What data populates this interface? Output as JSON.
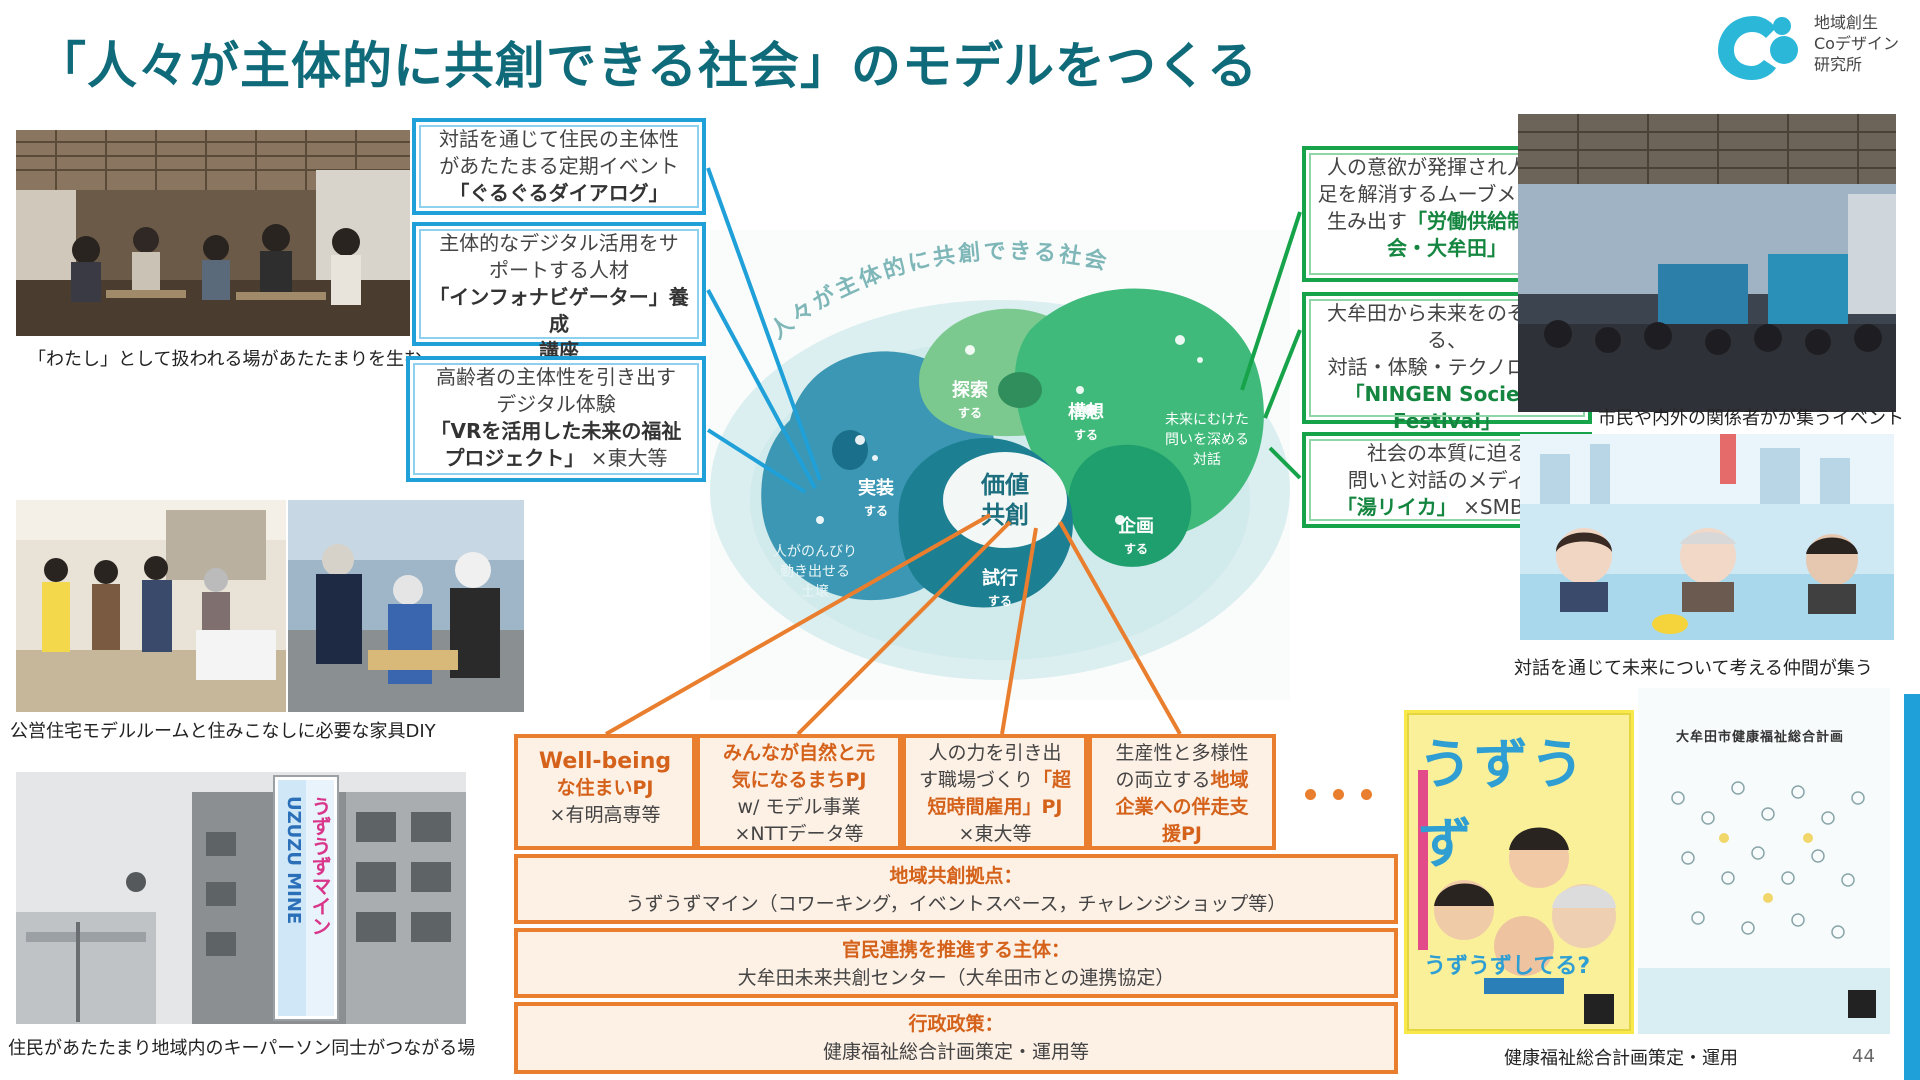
{
  "title": "「人々が主体的に共創できる社会」のモデルをつくる",
  "logo": {
    "line1": "地域創生",
    "line2": "Coデザイン",
    "line3": "研究所"
  },
  "captions": {
    "photo1": "「わたし」として扱われる場があたたまりを生む",
    "photo2": "公営住宅モデルルームと住みこなしに必要な家具DIY",
    "photo3": "住民があたたまり地域内のキーパーソン同士がつながる場",
    "photo4": "市民や内外の関係者がが集うイベント",
    "photo5": "対話を通じて未来について考える仲間が集う",
    "photo6": "健康福祉総合計画策定・運用"
  },
  "banner_sign": {
    "jp": "うずうずマイン",
    "en": "UZUZU MINE"
  },
  "booklet1": {
    "title": "うずうず",
    "bottom": "うずうずしてる?"
  },
  "booklet2": {
    "title": "大牟田市健康福祉総合計画"
  },
  "blue_boxes": [
    {
      "line1": "対話を通じて住民の主体性",
      "line2": "があたたまる定期イベント",
      "bold": "「ぐるぐるダイアログ」",
      "extra": ""
    },
    {
      "line1": "主体的なデジタル活用をサ",
      "line2": "ポートする人材",
      "bold": "「インフォナビゲーター」養成",
      "extra": "講座"
    },
    {
      "line1": "高齢者の主体性を引き出す",
      "line2": "デジタル体験",
      "bold": "「VRを活用した未来の福祉",
      "extra": "プロジェクト」",
      "suffix": "×東大等"
    }
  ],
  "green_boxes": [
    {
      "line1": "人の意欲が発揮され人手不",
      "line2": "足を解消するムーブメントを",
      "line3a": "生み出す",
      "bold": "「労働供給制約社",
      "bold2": "会・大牟田」"
    },
    {
      "line1": "大牟田から未来をのぞき見る、",
      "line2": "対話・体験・テクノロジー",
      "bold": "「NINGEN Societal",
      "bold2": "Festival」"
    },
    {
      "line1": "社会の本質に迫る",
      "line2": "問いと対話のメディア",
      "bold": "「湯リイカ」",
      "suffix": "×SMBC等"
    }
  ],
  "diagram": {
    "arc_text": "人々が主体的に共創できる社会",
    "center": [
      "価値",
      "共創"
    ],
    "tanaku": [
      "探索",
      "する"
    ],
    "kousou": [
      "構想",
      "する"
    ],
    "jissou": [
      "実装",
      "する"
    ],
    "kikaku": [
      "企画",
      "する"
    ],
    "shikou": [
      "試行",
      "する"
    ],
    "left_text": [
      "人がのんびり",
      "動き出せる",
      "土壌"
    ],
    "right_text": [
      "未来にむけた",
      "問いを深める",
      "対話"
    ]
  },
  "projects": [
    {
      "bold1": "Well-being",
      "bold2": "な住まいPJ",
      "normal": "×有明高専等"
    },
    {
      "bold1": "みんなが自然と元",
      "bold2": "気になるまちPJ",
      "normal1": "w/ モデル事業",
      "normal2": "×NTTデータ等"
    },
    {
      "normal1": "人の力を引き出",
      "mixed_a": "す職場づくり",
      "bold1": "「超",
      "bold2": "短時間雇用」PJ",
      "normal2": "×東大等"
    },
    {
      "normal1": "生産性と多様性",
      "mixed_a": "の両立する",
      "bold1": "地域",
      "bold2": "企業への伴走支",
      "bold3": "援PJ"
    }
  ],
  "ellipsis": "・・・",
  "rows": [
    {
      "title": "地域共創拠点：",
      "text": "うずうずマイン（コワーキング，イベントスペース，チャレンジショップ等）"
    },
    {
      "title": "官民連携を推進する主体：",
      "text": "大牟田未来共創センター（大牟田市との連携協定）"
    },
    {
      "title": "行政政策：",
      "text": "健康福祉総合計画策定・運用等"
    }
  ],
  "page_number": "44",
  "colors": {
    "title": "#0f6b79",
    "blue": "#1fa0d8",
    "green": "#16a34a",
    "orange": "#e97f2e"
  }
}
